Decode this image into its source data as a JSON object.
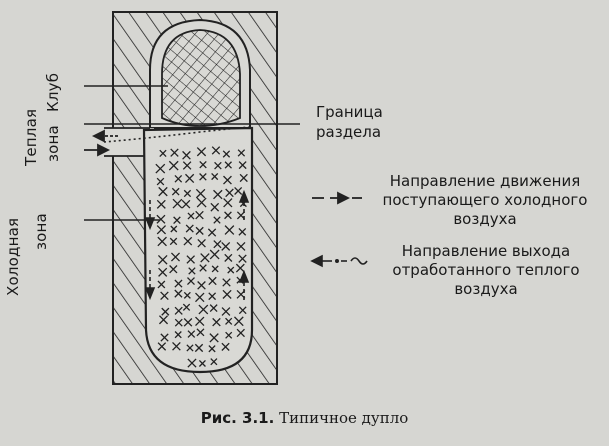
{
  "labels": {
    "club": "Клуб",
    "warm_zone_1": "Теплая",
    "warm_zone_2": "зона",
    "cold_zone_1": "Холодная",
    "cold_zone_2": "зона",
    "boundary_1": "Граница",
    "boundary_2": "раздела"
  },
  "legend": {
    "cold_air_1": "Направление движения",
    "cold_air_2": "поступающего холодного",
    "cold_air_3": "воздуха",
    "warm_air_1": "Направление выхода",
    "warm_air_2": "отработанного теплого",
    "warm_air_3": "воздуха"
  },
  "caption": {
    "number": "Рис. 3.1.",
    "title": "Типичное дупло"
  }
}
